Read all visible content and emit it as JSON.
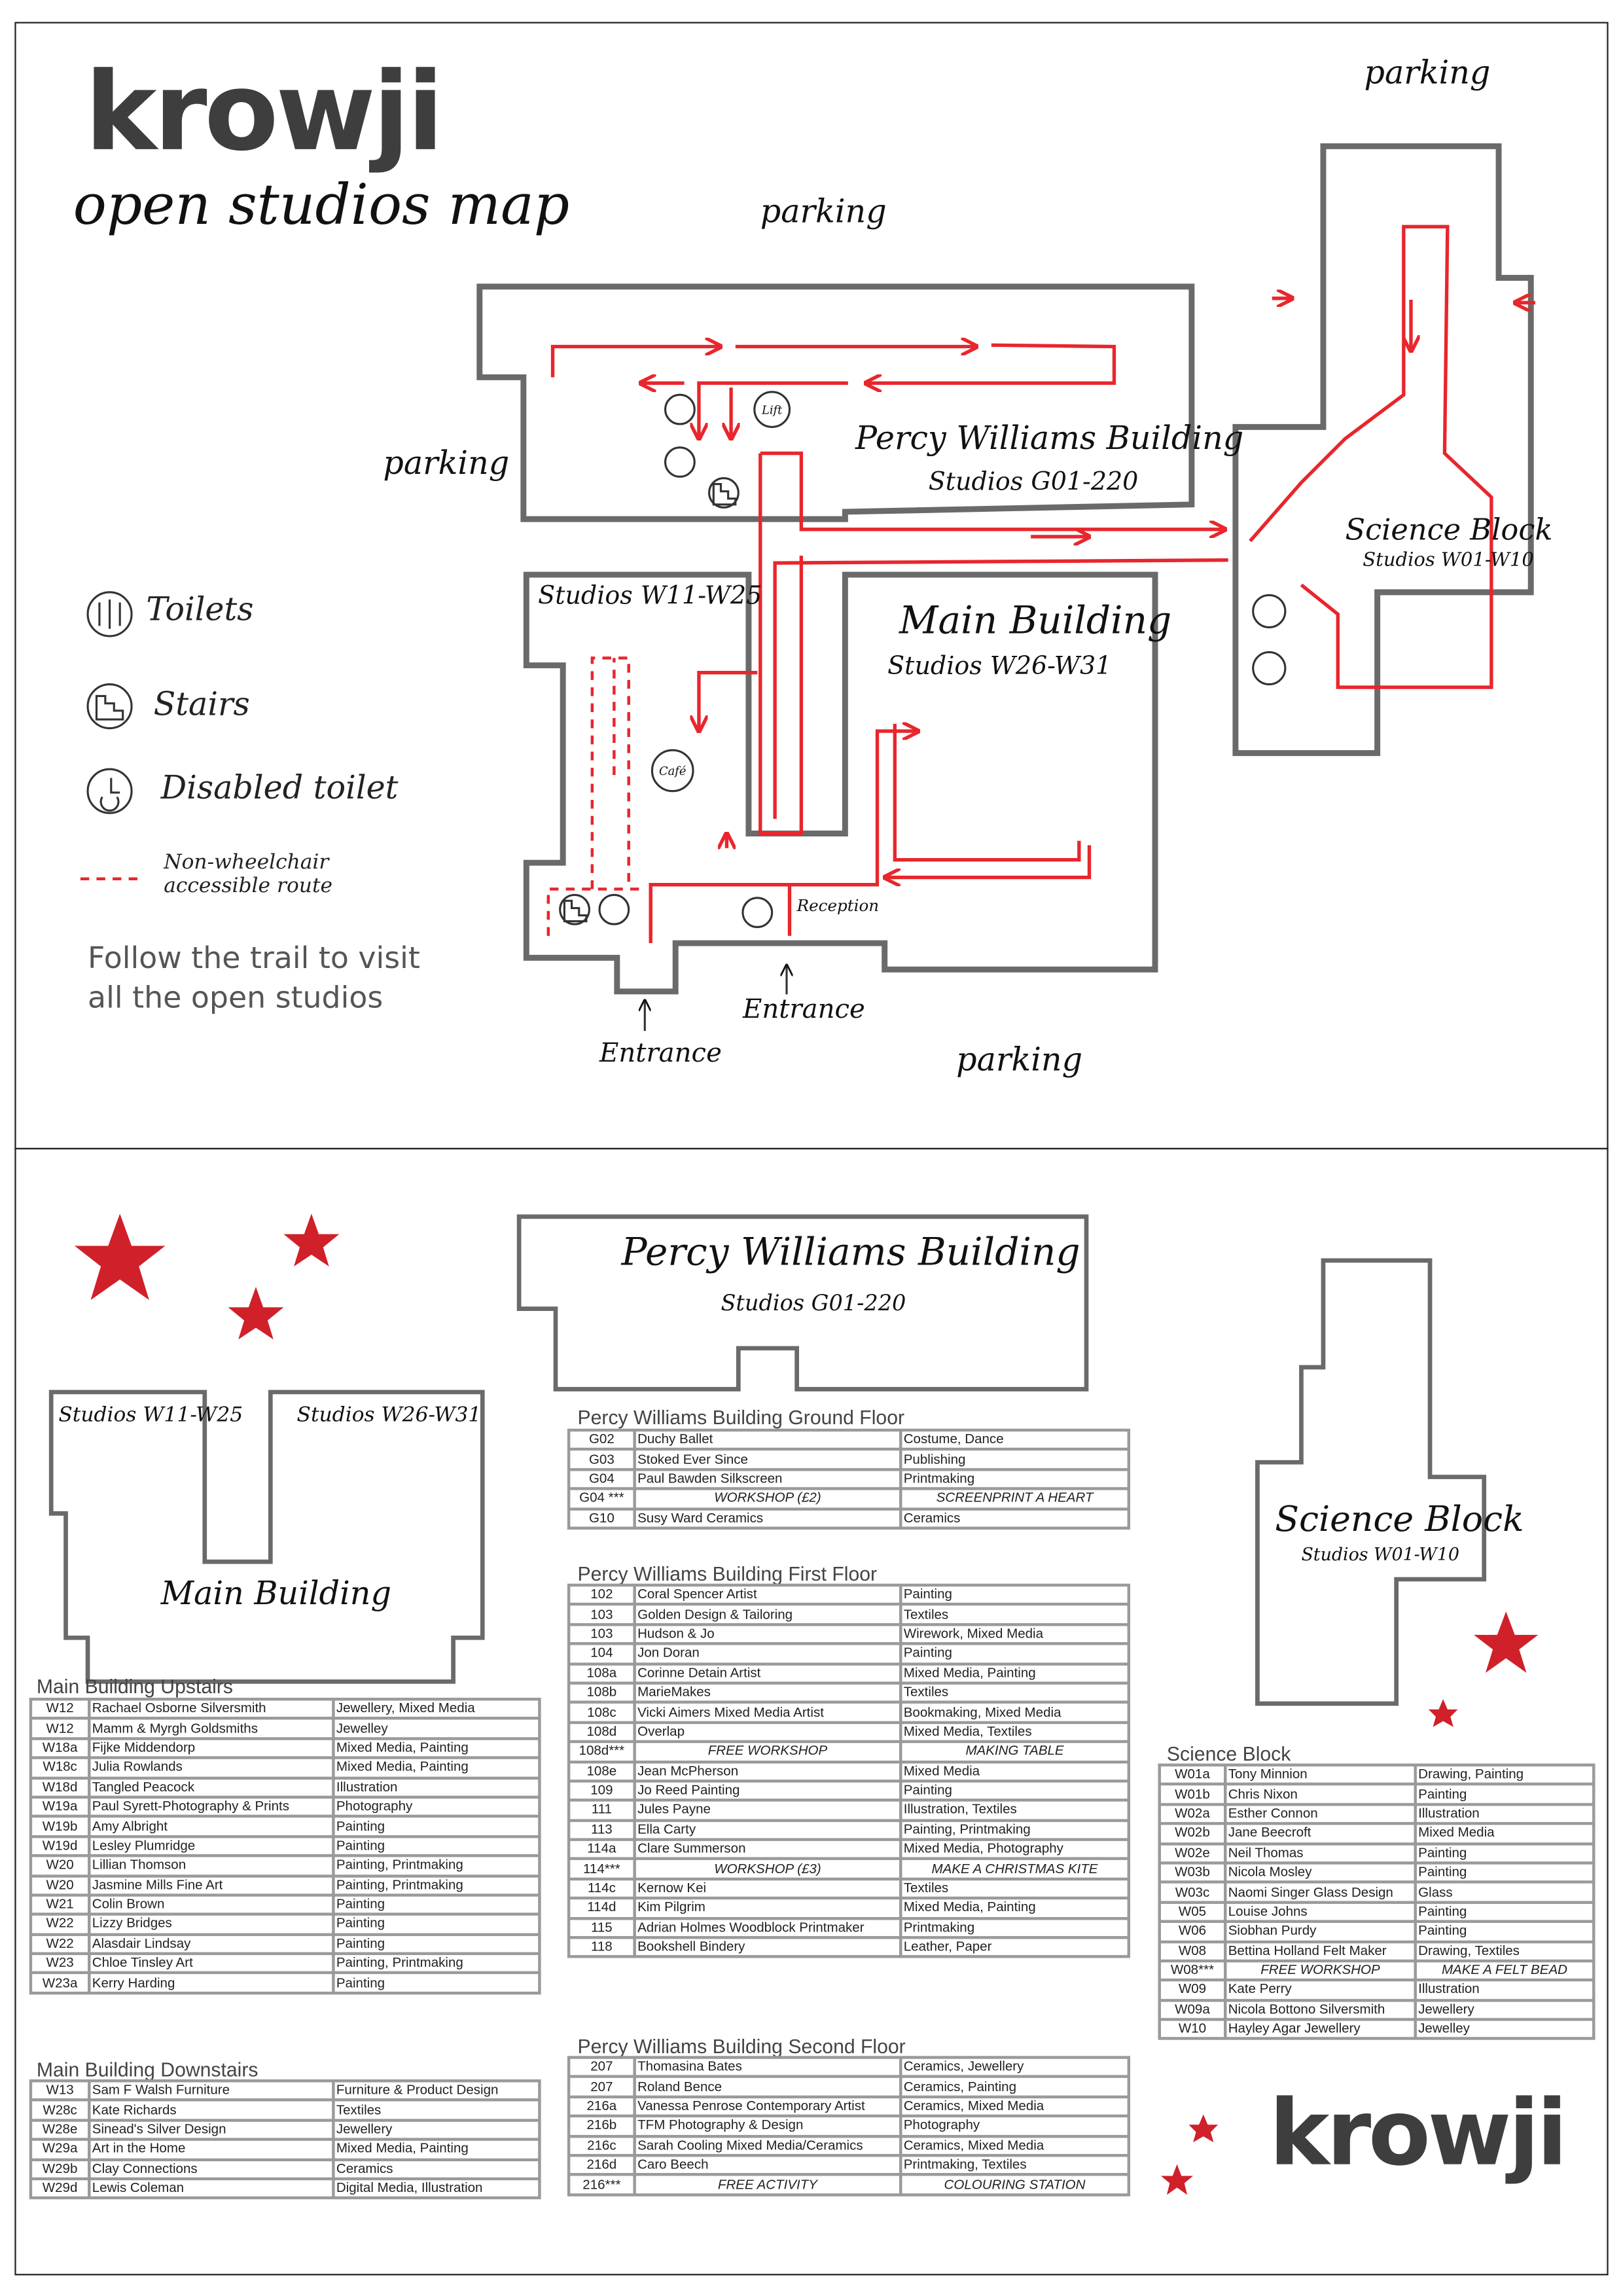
{
  "brand": {
    "logo": "krowji",
    "subtitle": "open studios map"
  },
  "map": {
    "parking_labels": [
      "parking",
      "parking",
      "parking",
      "parking"
    ],
    "buildings": {
      "percy": {
        "name": "Percy Williams Building",
        "studios": "Studios G01-220"
      },
      "science": {
        "name": "Science Block",
        "studios": "Studios W01-W10"
      },
      "main": {
        "name": "Main Building",
        "studios": "Studios W26-W31"
      },
      "west": {
        "studios": "Studios W11-W25"
      }
    },
    "places": {
      "lift": "Lift",
      "cafe": "Café",
      "reception": "Reception",
      "entrance_1": "Entrance",
      "entrance_2": "Entrance"
    },
    "colors": {
      "route": "#e8262c",
      "outline": "#6a6a6a",
      "star": "#d0202a"
    }
  },
  "legend": {
    "toilets": "Toilets",
    "stairs": "Stairs",
    "disabled_toilet": "Disabled toilet",
    "non_wheelchair": "Non-wheelchair accessible route",
    "follow_line1": "Follow the trail to visit",
    "follow_line2": "all the open studios"
  },
  "lower": {
    "percy": {
      "name": "Percy Williams Building",
      "studios": "Studios G01-220"
    },
    "west": "Studios W11-W25",
    "east": "Studios W26-W31",
    "main": "Main Building",
    "science": {
      "name": "Science Block",
      "studios": "Studios W01-W10"
    },
    "logo": "krowji"
  },
  "tables": {
    "main_upstairs": {
      "title": "Main Building Upstairs",
      "rows": [
        [
          "W12",
          "Rachael Osborne Silversmith",
          "Jewellery, Mixed Media"
        ],
        [
          "W12",
          "Mamm & Myrgh Goldsmiths",
          "Jewelley"
        ],
        [
          "W18a",
          "Fijke Middendorp",
          "Mixed Media, Painting"
        ],
        [
          "W18c",
          "Julia Rowlands",
          "Mixed Media, Painting"
        ],
        [
          "W18d",
          "Tangled Peacock",
          "Illustration"
        ],
        [
          "W19a",
          "Paul Syrett-Photography & Prints",
          "Photography"
        ],
        [
          "W19b",
          "Amy Albright",
          "Painting"
        ],
        [
          "W19d",
          "Lesley Plumridge",
          "Painting"
        ],
        [
          "W20",
          "Lillian Thomson",
          "Painting, Printmaking"
        ],
        [
          "W20",
          "Jasmine Mills Fine Art",
          "Painting, Printmaking"
        ],
        [
          "W21",
          "Colin Brown",
          "Painting"
        ],
        [
          "W22",
          "Lizzy Bridges",
          "Painting"
        ],
        [
          "W22",
          "Alasdair  Lindsay",
          "Painting"
        ],
        [
          "W23",
          "Chloe Tinsley Art",
          "Painting, Printmaking"
        ],
        [
          "W23a",
          "Kerry Harding",
          "Painting"
        ]
      ]
    },
    "main_downstairs": {
      "title": "Main Building Downstairs",
      "rows": [
        [
          "W13",
          "Sam F Walsh Furniture",
          "Furniture & Product Design"
        ],
        [
          "W28c",
          "Kate Richards",
          "Textiles"
        ],
        [
          "W28e",
          "Sinead's Silver Design",
          "Jewellery"
        ],
        [
          "W29a",
          "Art in the Home",
          "Mixed Media, Painting"
        ],
        [
          "W29b",
          "Clay Connections",
          "Ceramics"
        ],
        [
          "W29d",
          "Lewis Coleman",
          "Digital Media, Illustration"
        ]
      ]
    },
    "percy_ground": {
      "title": "Percy Williams Building Ground Floor",
      "rows": [
        [
          "G02",
          "Duchy Ballet",
          "Costume, Dance"
        ],
        [
          "G03",
          "Stoked Ever Since",
          "Publishing"
        ],
        [
          "G04",
          "Paul Bawden Silkscreen",
          "Printmaking"
        ],
        [
          "G04 ***",
          "WORKSHOP (£2)",
          "SCREENPRINT A HEART"
        ],
        [
          "G10",
          "Susy Ward Ceramics",
          "Ceramics"
        ]
      ]
    },
    "percy_first": {
      "title": "Percy Williams Building First Floor",
      "rows": [
        [
          "102",
          "Coral Spencer Artist",
          "Painting"
        ],
        [
          "103",
          "Golden Design & Tailoring",
          "Textiles"
        ],
        [
          "103",
          "Hudson & Jo",
          "Wirework, Mixed Media"
        ],
        [
          "104",
          "Jon  Doran",
          "Painting"
        ],
        [
          "108a",
          "Corinne Detain Artist",
          "Mixed Media, Painting"
        ],
        [
          "108b",
          "MarieMakes",
          "Textiles"
        ],
        [
          "108c",
          "Vicki  Aimers Mixed Media Artist",
          "Bookmaking, Mixed Media"
        ],
        [
          "108d",
          "Overlap",
          "Mixed Media, Textiles"
        ],
        [
          "108d***",
          "FREE WORKSHOP",
          "MAKING TABLE"
        ],
        [
          "108e",
          "Jean McPherson",
          "Mixed Media"
        ],
        [
          "109",
          "Jo  Reed Painting",
          "Painting"
        ],
        [
          "111",
          "Jules Payne",
          "Illustration, Textiles"
        ],
        [
          "113",
          "Ella Carty",
          "Painting, Printmaking"
        ],
        [
          "114a",
          "Clare Summerson",
          "Mixed Media, Photography"
        ],
        [
          "114***",
          "WORKSHOP (£3)",
          "MAKE A CHRISTMAS KITE"
        ],
        [
          "114c",
          "Kernow Kei",
          "Textiles"
        ],
        [
          "114d",
          "Kim Pilgrim",
          "Mixed Media, Painting"
        ],
        [
          "115",
          "Adrian Holmes Woodblock Printmaker",
          "Printmaking"
        ],
        [
          "118",
          "Bookshell Bindery",
          "Leather, Paper"
        ]
      ]
    },
    "percy_second": {
      "title": "Percy Williams Building Second Floor",
      "rows": [
        [
          "207",
          "Thomasina Bates",
          "Ceramics, Jewellery"
        ],
        [
          "207",
          "Roland Bence",
          "Ceramics, Painting"
        ],
        [
          "216a",
          "Vanessa Penrose Contemporary Artist",
          "Ceramics, Mixed Media"
        ],
        [
          "216b",
          "TFM Photography & Design",
          "Photography"
        ],
        [
          "216c",
          "Sarah Cooling Mixed Media/Ceramics",
          "Ceramics, Mixed Media"
        ],
        [
          "216d",
          "Caro Beech",
          "Printmaking, Textiles"
        ],
        [
          "216***",
          "FREE ACTIVITY",
          "COLOURING STATION"
        ]
      ]
    },
    "science": {
      "title": "Science Block",
      "rows": [
        [
          "W01a",
          "Tony Minnion",
          "Drawing, Painting"
        ],
        [
          "W01b",
          "Chris Nixon",
          "Painting"
        ],
        [
          "W02a",
          "Esther Connon",
          "Illustration"
        ],
        [
          "W02b",
          "Jane Beecroft",
          "Mixed Media"
        ],
        [
          "W02e",
          "Neil Thomas",
          "Painting"
        ],
        [
          "W03b",
          "Nicola Mosley",
          "Painting"
        ],
        [
          "W03c",
          "Naomi  Singer Glass Design",
          "Glass"
        ],
        [
          "W05",
          "Louise Johns",
          "Painting"
        ],
        [
          "W06",
          "Siobhan Purdy",
          "Painting"
        ],
        [
          "W08",
          "Bettina Holland Felt Maker",
          "Drawing, Textiles"
        ],
        [
          "W08***",
          "FREE WORKSHOP",
          "MAKE A FELT BEAD"
        ],
        [
          "W09",
          "Kate Perry",
          "Illustration"
        ],
        [
          "W09a",
          "Nicola Bottono Silversmith",
          "Jewellery"
        ],
        [
          "W10",
          "Hayley Agar Jewellery",
          "Jewelley"
        ]
      ]
    }
  }
}
